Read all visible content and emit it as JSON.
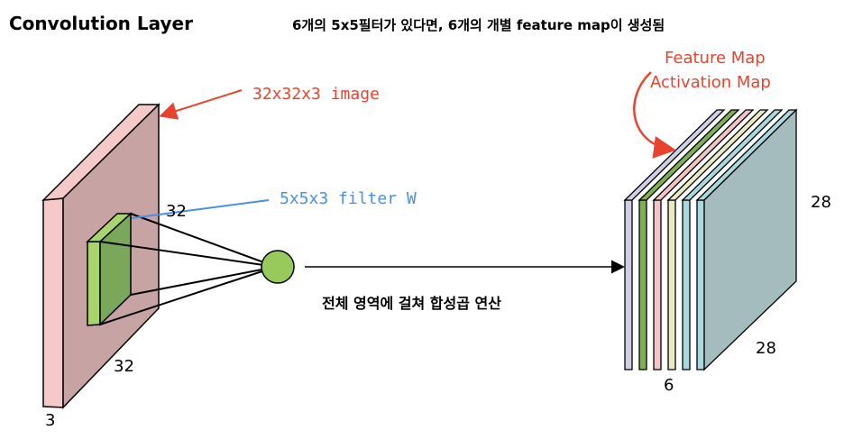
{
  "title": "Convolution Layer",
  "subtitle": "6개의 5x5필터가 있다면, 6개의 개별 feature map이 생성됨",
  "labels": {
    "image": "32x32x3 image",
    "filter": "5x5x3 filter W",
    "feature_map": "Feature Map",
    "activation_map": "Activation Map",
    "input_height": "32",
    "input_width": "32",
    "input_depth": "3",
    "operation": "전체 영역에 걸쳐 합성곱 연산",
    "output_height": "28",
    "output_width": "28",
    "output_depth": "6"
  },
  "colors": {
    "input_front": "#c7a3a4",
    "input_side": "#f6c9c9",
    "filter_front": "#7aa85b",
    "filter_side": "#a6d46d",
    "neuron": "#98c95b",
    "annotation_red": "#e8432e",
    "annotation_blue": "#4a90e2",
    "map_colors": [
      "#cfcfe8",
      "#7eaf55",
      "#f3c3c7",
      "#e8ebc2",
      "#a9d8df",
      "#a4bcbd"
    ]
  }
}
